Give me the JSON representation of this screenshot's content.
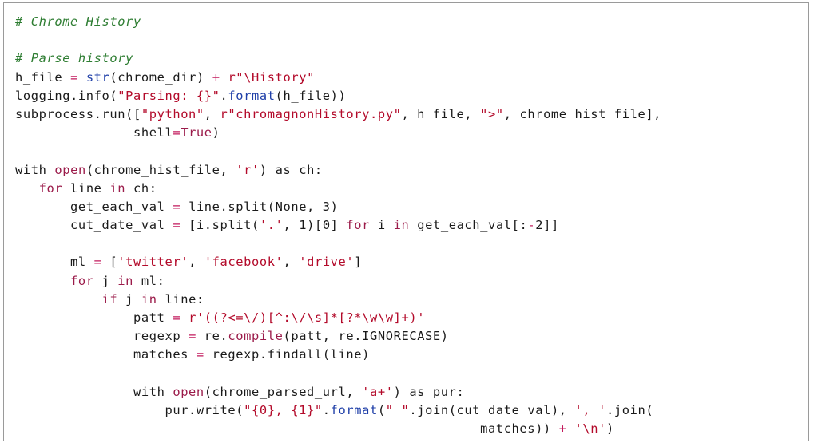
{
  "colors": {
    "comment": "#2e7d32",
    "keyword": "#9b1b4a",
    "string": "#b30a2a",
    "builtin": "#1f3fa8",
    "operator": "#c2185b",
    "text": "#1a1a1a",
    "border": "#9a9a9a"
  },
  "code_lines": [
    [
      [
        "comment",
        "# Chrome History"
      ]
    ],
    [],
    [
      [
        "comment",
        "# Parse history"
      ]
    ],
    [
      [
        "plain",
        "h_file "
      ],
      [
        "op",
        "="
      ],
      [
        "plain",
        " "
      ],
      [
        "builtin",
        "str"
      ],
      [
        "plain",
        "(chrome_dir) "
      ],
      [
        "op",
        "+"
      ],
      [
        "plain",
        " "
      ],
      [
        "string",
        "r\"\\History\""
      ]
    ],
    [
      [
        "plain",
        "logging.info("
      ],
      [
        "string",
        "\"Parsing: {}\""
      ],
      [
        "plain",
        "."
      ],
      [
        "builtin",
        "format"
      ],
      [
        "plain",
        "(h_file))"
      ]
    ],
    [
      [
        "plain",
        "subprocess.run(["
      ],
      [
        "string",
        "\"python\""
      ],
      [
        "plain",
        ", "
      ],
      [
        "string",
        "r\"chromagnonHistory.py\""
      ],
      [
        "plain",
        ", h_file, "
      ],
      [
        "string",
        "\">\""
      ],
      [
        "plain",
        ", chrome_hist_file],"
      ]
    ],
    [
      [
        "plain",
        "               shell"
      ],
      [
        "op",
        "="
      ],
      [
        "keyword",
        "True"
      ],
      [
        "plain",
        ")"
      ]
    ],
    [],
    [
      [
        "plain",
        "with "
      ],
      [
        "keyword",
        "open"
      ],
      [
        "plain",
        "(chrome_hist_file, "
      ],
      [
        "string",
        "'r'"
      ],
      [
        "plain",
        ") as ch:"
      ]
    ],
    [
      [
        "plain",
        "   "
      ],
      [
        "keyword",
        "for"
      ],
      [
        "plain",
        " line "
      ],
      [
        "keyword",
        "in"
      ],
      [
        "plain",
        " ch:"
      ]
    ],
    [
      [
        "plain",
        "       get_each_val "
      ],
      [
        "op",
        "="
      ],
      [
        "plain",
        " line.split(None, 3)"
      ]
    ],
    [
      [
        "plain",
        "       cut_date_val "
      ],
      [
        "op",
        "="
      ],
      [
        "plain",
        " [i.split("
      ],
      [
        "string",
        "'.'"
      ],
      [
        "plain",
        ", 1)[0] "
      ],
      [
        "keyword",
        "for"
      ],
      [
        "plain",
        " i "
      ],
      [
        "keyword",
        "in"
      ],
      [
        "plain",
        " get_each_val[:"
      ],
      [
        "op",
        "-"
      ],
      [
        "plain",
        "2]]"
      ]
    ],
    [],
    [
      [
        "plain",
        "       ml "
      ],
      [
        "op",
        "="
      ],
      [
        "plain",
        " ["
      ],
      [
        "string",
        "'twitter'"
      ],
      [
        "plain",
        ", "
      ],
      [
        "string",
        "'facebook'"
      ],
      [
        "plain",
        ", "
      ],
      [
        "string",
        "'drive'"
      ],
      [
        "plain",
        "]"
      ]
    ],
    [
      [
        "plain",
        "       "
      ],
      [
        "keyword",
        "for"
      ],
      [
        "plain",
        " j "
      ],
      [
        "keyword",
        "in"
      ],
      [
        "plain",
        " ml:"
      ]
    ],
    [
      [
        "plain",
        "           "
      ],
      [
        "keyword",
        "if"
      ],
      [
        "plain",
        " j "
      ],
      [
        "keyword",
        "in"
      ],
      [
        "plain",
        " line:"
      ]
    ],
    [
      [
        "plain",
        "               patt "
      ],
      [
        "op",
        "="
      ],
      [
        "plain",
        " "
      ],
      [
        "string",
        "r'((?<=\\/)[^:\\/\\s]*[?*\\w\\w]+)'"
      ]
    ],
    [
      [
        "plain",
        "               regexp "
      ],
      [
        "op",
        "="
      ],
      [
        "plain",
        " re."
      ],
      [
        "keyword",
        "compile"
      ],
      [
        "plain",
        "(patt, re.IGNORECASE)"
      ]
    ],
    [
      [
        "plain",
        "               matches "
      ],
      [
        "op",
        "="
      ],
      [
        "plain",
        " regexp.findall(line)"
      ]
    ],
    [],
    [
      [
        "plain",
        "               with "
      ],
      [
        "keyword",
        "open"
      ],
      [
        "plain",
        "(chrome_parsed_url, "
      ],
      [
        "string",
        "'a+'"
      ],
      [
        "plain",
        ") as pur:"
      ]
    ],
    [
      [
        "plain",
        "                   pur.write("
      ],
      [
        "string",
        "\"{0}, {1}\""
      ],
      [
        "plain",
        "."
      ],
      [
        "builtin",
        "format"
      ],
      [
        "plain",
        "("
      ],
      [
        "string",
        "\" \""
      ],
      [
        "plain",
        ".join(cut_date_val), "
      ],
      [
        "string",
        "', '"
      ],
      [
        "plain",
        ".join("
      ]
    ],
    [
      [
        "plain",
        "                                                           matches)) "
      ],
      [
        "op",
        "+"
      ],
      [
        "plain",
        " "
      ],
      [
        "string",
        "'\\n'"
      ],
      [
        "plain",
        ")"
      ]
    ]
  ]
}
